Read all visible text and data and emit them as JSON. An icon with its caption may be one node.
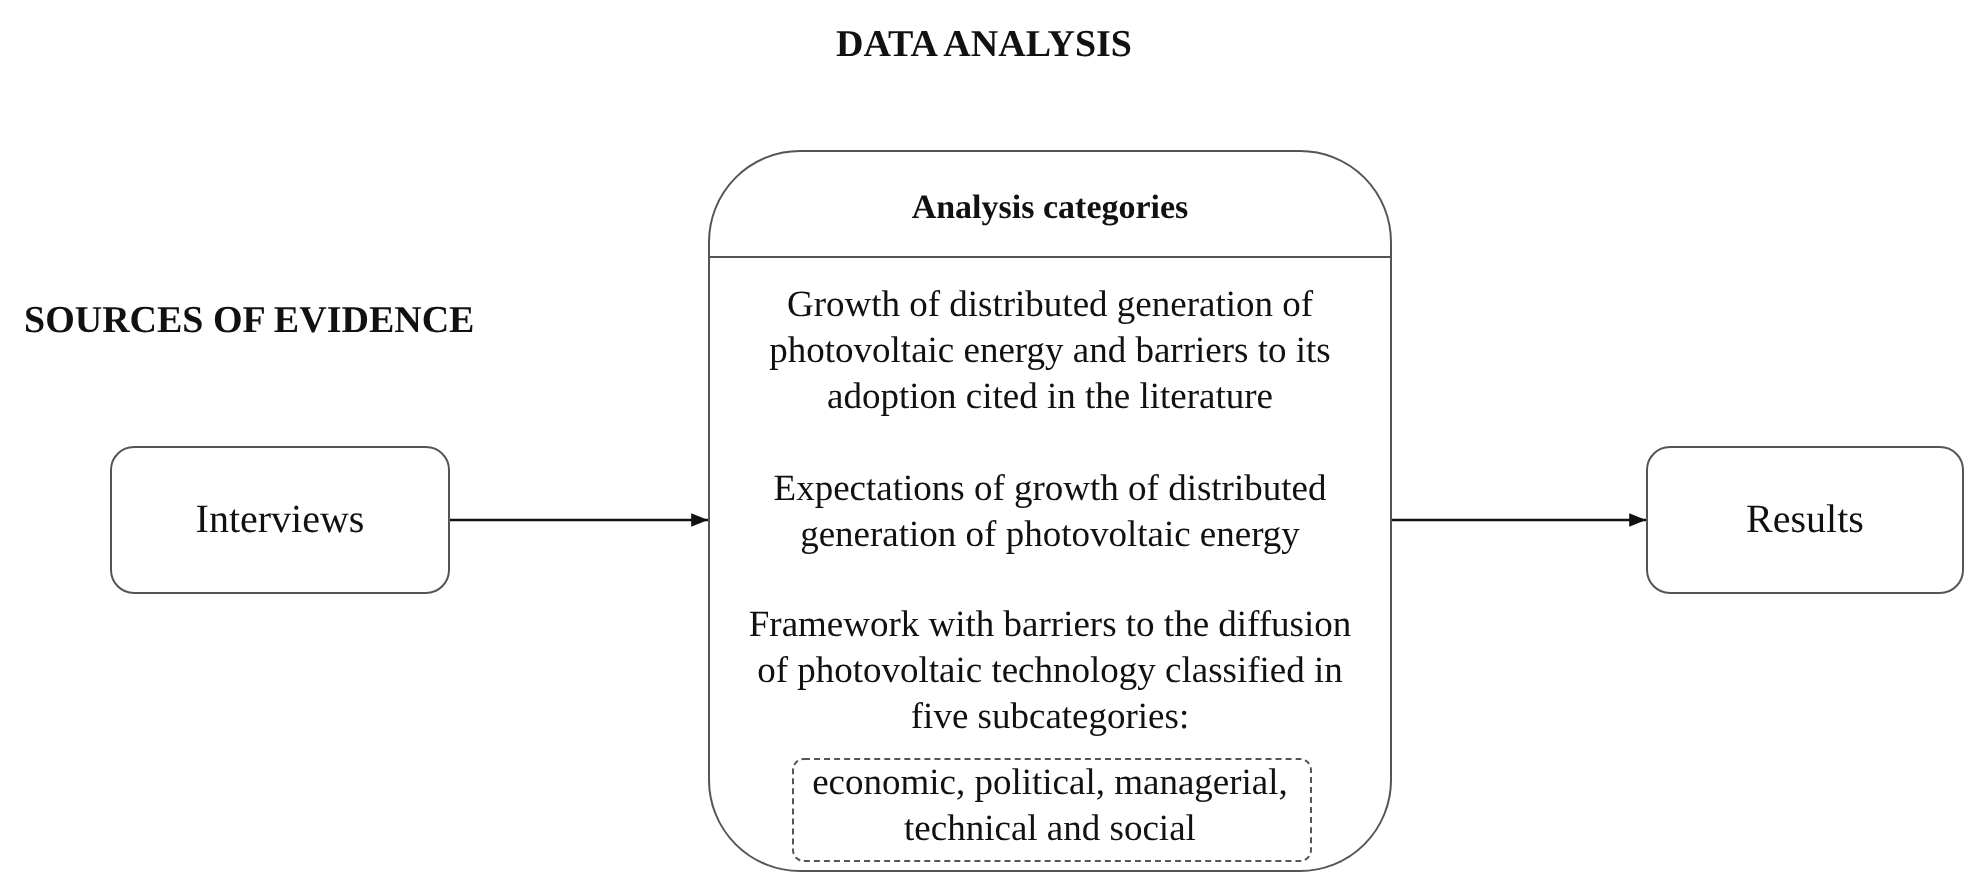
{
  "diagram": {
    "title": "DATA ANALYSIS",
    "nodes": [
      {
        "text": [
          "Interviews"
        ]
      },
      {
        "text": [
          "Analysis categories",
          "Growth of distributed generation of photovoltaic energy and barriers to its adoption cited in the literature",
          "Expectations of growth of distributed generation of photovoltaic energy",
          "Framework with barriers to the diffusion of photovoltaic technology classified in five subcategories:"
        ]
      },
      {
        "text": [
          "economic, political, managerial, technical and social"
        ],
        "in": 1
      },
      {
        "text": [
          "Results"
        ]
      }
    ],
    "edges": [
      {
        "from": 0,
        "to": 1,
        "arrow": "to"
      },
      {
        "from": 1,
        "to": 3,
        "arrow": "to"
      }
    ],
    "labels": [
      "SOURCES OF EVIDENCE"
    ]
  }
}
